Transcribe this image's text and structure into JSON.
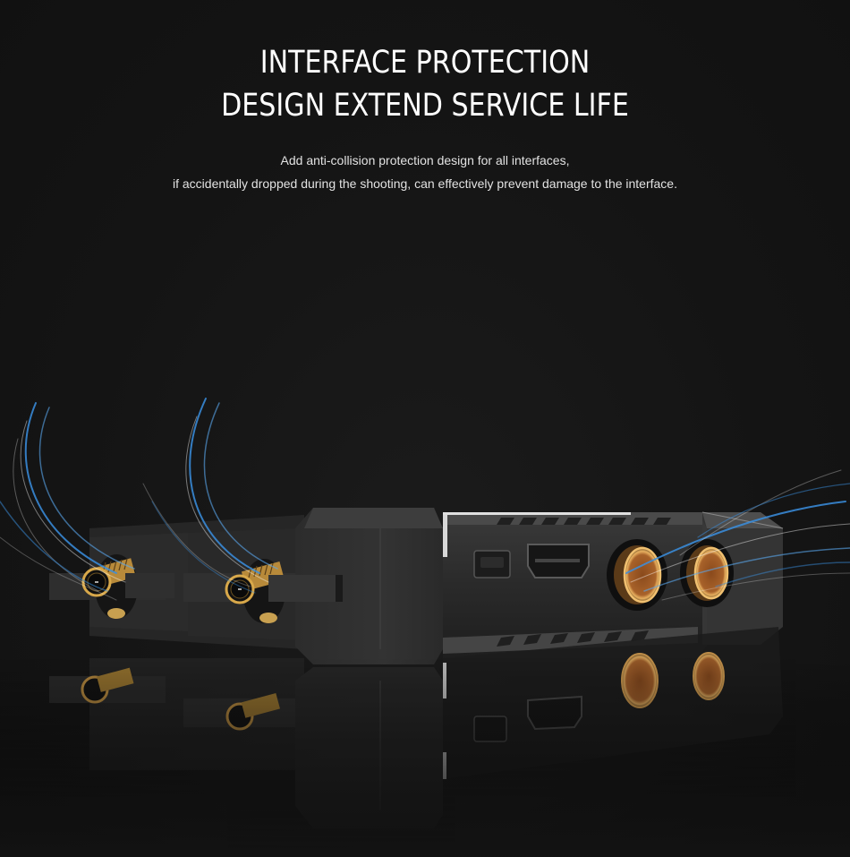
{
  "page": {
    "background_color": "#161616",
    "accent_color": "#3a8fe0",
    "connector_gold": "#c9953a"
  },
  "header": {
    "title_line1": "INTERFACE PROTECTION",
    "title_line2": "DESIGN EXTEND SERVICE LIFE"
  },
  "description": {
    "line1": "Add anti-collision protection design for all interfaces,",
    "line2": "if accidentally dropped during the shooting, can effectively prevent damage to the interface."
  },
  "product_image": {
    "subject": "video-transmitter-device",
    "ports": [
      "sma-antenna-connector",
      "sma-antenna-connector",
      "mini-usb-port",
      "hdmi-port",
      "power-connector",
      "power-connector"
    ],
    "effects": [
      "blue-airflow-swooshes",
      "mirror-reflection"
    ]
  }
}
